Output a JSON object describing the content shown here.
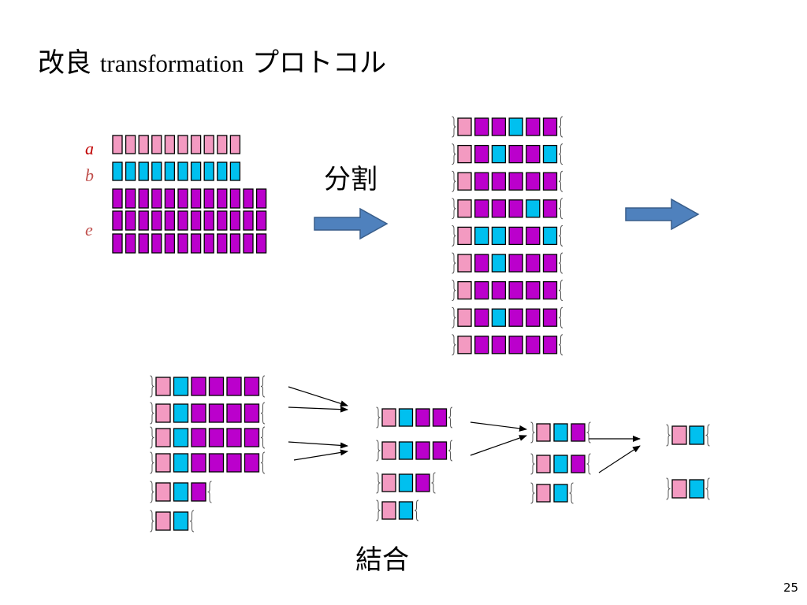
{
  "title": {
    "jp_prefix": "改良",
    "latin": "transformation",
    "jp_suffix": "プロトコル"
  },
  "row_labels": {
    "a": "a",
    "b": "b",
    "e": "e"
  },
  "labels": {
    "split": "分割",
    "merge": "結合"
  },
  "page_number": "25",
  "colors": {
    "a": "#f39ac1",
    "b": "#00c0ef",
    "e": "#bb00cc",
    "arrow_fill": "#4f81bd",
    "arrow_stroke": "#385d8a",
    "label": "#c0504d",
    "label_a": "#c00000"
  },
  "input_block": {
    "a_count": 10,
    "b_count": 10,
    "e_rows": 3,
    "e_count": 12
  },
  "split_rows": [
    "aeebee",
    "aebeeb",
    "aeeeee",
    "aeeebe",
    "abbeeb",
    "aebeee",
    "aeeeee",
    "aebeee",
    "aeeeee"
  ],
  "merge_stage1": [
    "abeeee",
    "abeeee",
    "abeeee",
    "abeeee",
    "abe",
    "ab"
  ],
  "merge_stage2": [
    "abee",
    "abee",
    "abe",
    "ab"
  ],
  "merge_stage3": [
    "abe",
    "abe",
    "ab"
  ],
  "merge_stage4": [
    "ab",
    "ab"
  ]
}
